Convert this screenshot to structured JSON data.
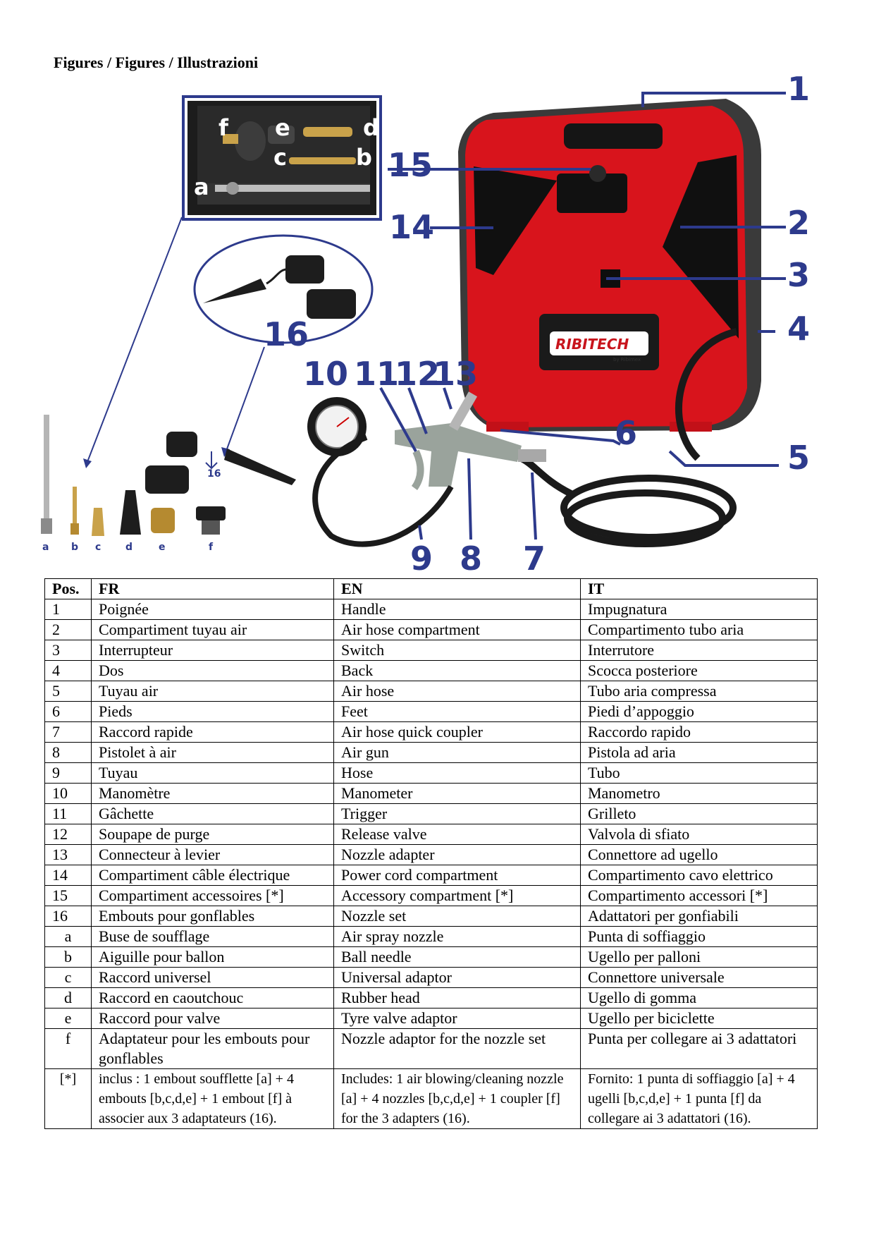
{
  "heading": "Figures / Figures / Illustrazioni",
  "brand": {
    "logo": "RIBITECH",
    "sub": "by Ribimex"
  },
  "callouts": [
    "1",
    "2",
    "3",
    "4",
    "5",
    "6",
    "7",
    "8",
    "9",
    "10",
    "11",
    "12",
    "13",
    "14",
    "15",
    "16"
  ],
  "inset_letters": [
    "a",
    "b",
    "c",
    "d",
    "e",
    "f"
  ],
  "nozzle_letters": [
    "a",
    "b",
    "c",
    "d",
    "e",
    "f"
  ],
  "small_16": "16",
  "colors": {
    "callout": "#2d3a8c",
    "body_red": "#d8141c",
    "dark": "#1a1a1a"
  },
  "table": {
    "headers": [
      "Pos.",
      "FR",
      "EN",
      "IT"
    ],
    "rows": [
      {
        "pos": "1",
        "fr": "Poignée",
        "en": "Handle",
        "it": "Impugnatura"
      },
      {
        "pos": "2",
        "fr": "Compartiment tuyau air",
        "en": "Air hose compartment",
        "it": "Compartimento tubo aria"
      },
      {
        "pos": "3",
        "fr": "Interrupteur",
        "en": "Switch",
        "it": "Interrutore"
      },
      {
        "pos": "4",
        "fr": "Dos",
        "en": "Back",
        "it": "Scocca posteriore"
      },
      {
        "pos": "5",
        "fr": "Tuyau air",
        "en": "Air hose",
        "it": "Tubo aria compressa"
      },
      {
        "pos": "6",
        "fr": "Pieds",
        "en": "Feet",
        "it": "Piedi d’appoggio"
      },
      {
        "pos": "7",
        "fr": "Raccord rapide",
        "en": "Air hose quick coupler",
        "it": "Raccordo rapido"
      },
      {
        "pos": "8",
        "fr": "Pistolet à air",
        "en": "Air gun",
        "it": "Pistola ad aria"
      },
      {
        "pos": "9",
        "fr": "Tuyau",
        "en": "Hose",
        "it": "Tubo"
      },
      {
        "pos": "10",
        "fr": "Manomètre",
        "en": "Manometer",
        "it": "Manometro"
      },
      {
        "pos": "11",
        "fr": "Gâchette",
        "en": "Trigger",
        "it": "Grilleto"
      },
      {
        "pos": "12",
        "fr": "Soupape de purge",
        "en": "Release valve",
        "it": "Valvola di sfiato"
      },
      {
        "pos": "13",
        "fr": "Connecteur à levier",
        "en": "Nozzle adapter",
        "it": "Connettore ad ugello"
      },
      {
        "pos": "14",
        "fr": "Compartiment câble électrique",
        "en": "Power cord compartment",
        "it": "Compartimento cavo elettrico"
      },
      {
        "pos": "15",
        "fr": "Compartiment accessoires [*]",
        "en": "Accessory compartment [*]",
        "it": "Compartimento accessori [*]"
      },
      {
        "pos": "16",
        "fr": "Embouts pour gonflables",
        "en": "Nozzle set",
        "it": "Adattatori per gonfiabili"
      },
      {
        "pos": "a",
        "fr": "Buse de soufflage",
        "en": "Air spray nozzle",
        "it": "Punta di soffiaggio"
      },
      {
        "pos": "b",
        "fr": "Aiguille pour ballon",
        "en": "Ball needle",
        "it": "Ugello per palloni"
      },
      {
        "pos": "c",
        "fr": "Raccord universel",
        "en": "Universal adaptor",
        "it": "Connettore universale"
      },
      {
        "pos": "d",
        "fr": "Raccord en caoutchouc",
        "en": "Rubber head",
        "it": "Ugello di gomma"
      },
      {
        "pos": "e",
        "fr": "Raccord pour valve",
        "en": "Tyre valve adaptor",
        "it": "Ugello per biciclette"
      },
      {
        "pos": "f",
        "fr": "Adaptateur pour les embouts pour gonflables",
        "en": "Nozzle adaptor for the nozzle set",
        "it": "Punta per collegare ai 3 adattatori"
      },
      {
        "pos": "[*]",
        "fr": "inclus : 1 embout soufflette [a] + 4 embouts [b,c,d,e] + 1 embout [f] à associer aux 3 adaptateurs (16).",
        "en": "Includes: 1 air blowing/cleaning nozzle [a] + 4 nozzles [b,c,d,e] + 1 coupler [f] for the 3 adapters (16).",
        "it": "Fornito: 1 punta di soffiaggio [a] + 4 ugelli [b,c,d,e] + 1 punta [f] da collegare ai 3 adattatori (16)."
      }
    ]
  }
}
